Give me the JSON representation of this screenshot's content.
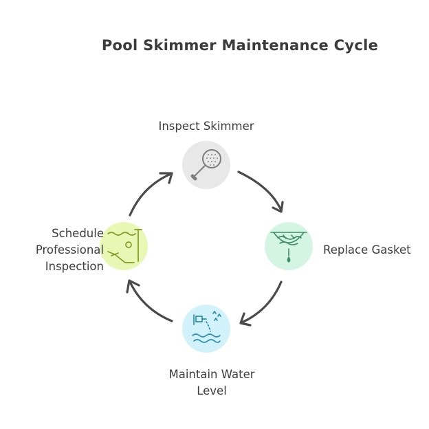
{
  "title": "Pool Skimmer Maintenance Cycle",
  "steps": [
    {
      "label": "Inspect Skimmer",
      "color": "#e8e8e8",
      "icon": "skimmer-net-icon"
    },
    {
      "label": "Replace Gasket",
      "color": "#d4f5e3",
      "icon": "gasket-icon"
    },
    {
      "label_lines": [
        "Maintain Water",
        "Level"
      ],
      "color": "#d2f2fb",
      "icon": "water-faucet-icon"
    },
    {
      "label_lines": [
        "Schedule",
        "Professional",
        "Inspection"
      ],
      "color": "#e9f7b4",
      "icon": "pool-ladder-icon"
    }
  ],
  "arrow_color": "#4a4a4a"
}
